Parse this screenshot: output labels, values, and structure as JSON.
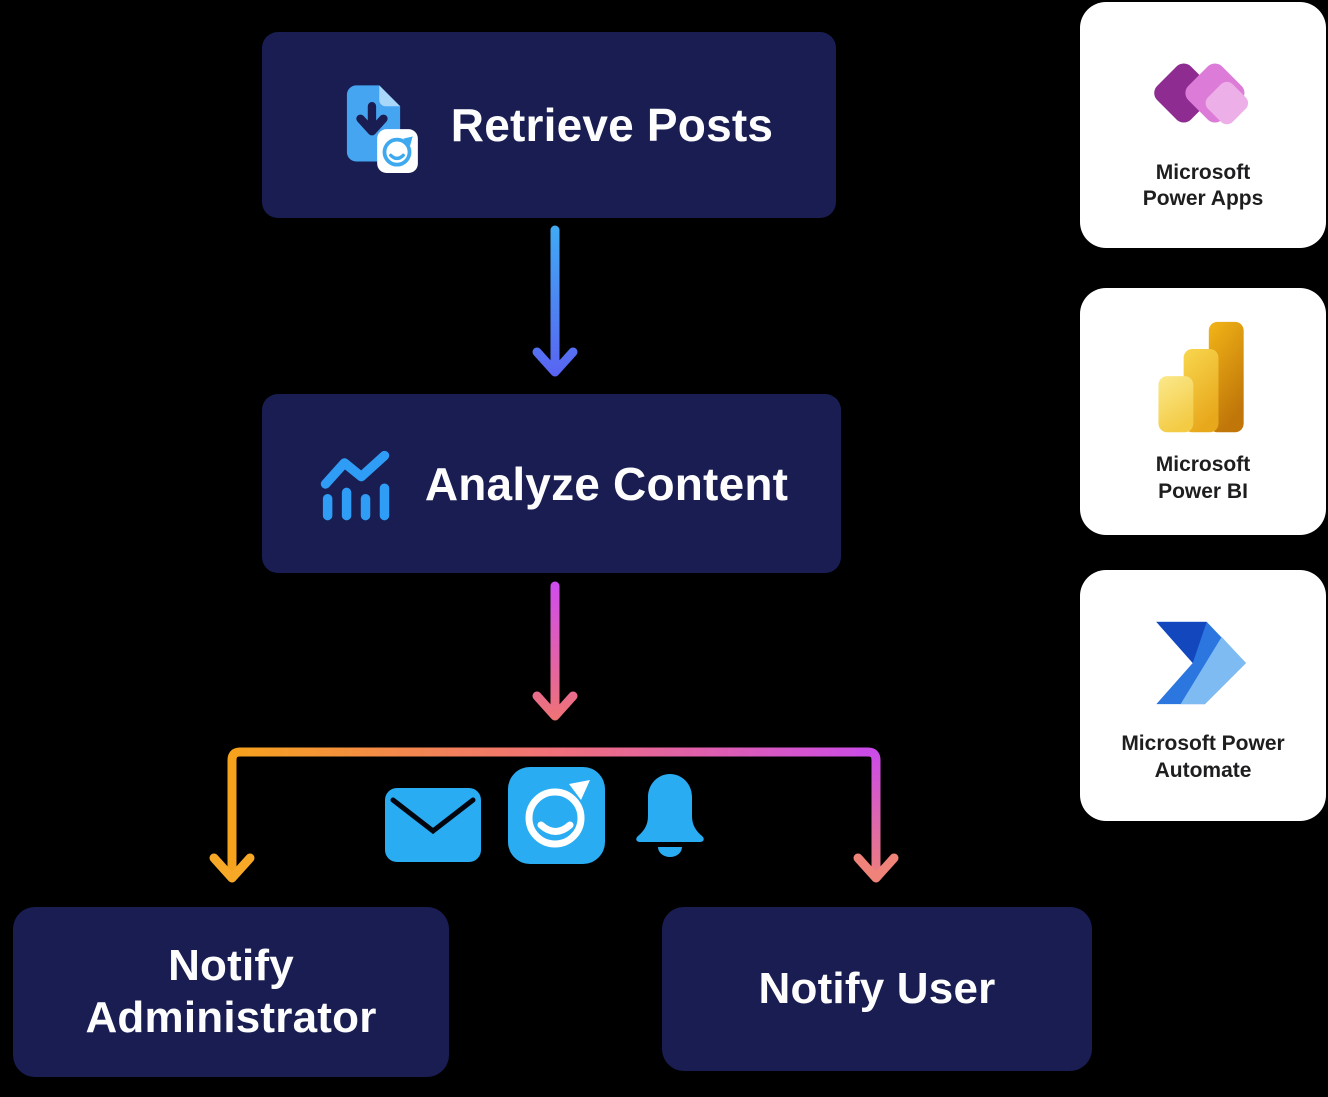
{
  "nodes": {
    "retrieve": {
      "label": "Retrieve Posts",
      "icon": "download-document-icon"
    },
    "analyze": {
      "label": "Analyze Content",
      "icon": "bar-chart-icon"
    },
    "notify_admin": {
      "label": "Notify Administrator"
    },
    "notify_user": {
      "label": "Notify User"
    }
  },
  "notification_icons": [
    {
      "name": "envelope-icon"
    },
    {
      "name": "social-circle-icon"
    },
    {
      "name": "bell-icon"
    }
  ],
  "tools": {
    "power_apps": {
      "label": "Microsoft Power Apps",
      "icon": "power-apps-logo"
    },
    "power_bi": {
      "label": "Microsoft Power BI",
      "icon": "power-bi-logo"
    },
    "power_automate": {
      "label": "Microsoft Power Automate",
      "icon": "power-automate-logo"
    }
  },
  "colors": {
    "background": "#000000",
    "node_fill": "#191D52",
    "node_text": "#FFFFFF",
    "icon_blue": "#29ACF2",
    "document_blue": "#46A5F1",
    "arrow1_top": "#40ACF4",
    "arrow1_bottom": "#5A61F2",
    "arrow2_top": "#CF4BF2",
    "arrow2_bottom": "#F0756F",
    "branch_left": "#F6A21C",
    "branch_middle": "#F07079",
    "branch_right": "#CB4BE9",
    "card_fill": "#FFFFFF",
    "card_text": "#1E1E20",
    "power_apps_dark": "#8F2C91",
    "power_apps_pink": "#DD7CD8",
    "power_apps_light": "#EDAFE8",
    "power_bi_gold_dark": "#C07609",
    "power_bi_gold_mid": "#E8A81C",
    "power_bi_gold_light": "#F3CB45",
    "automate_dark": "#1347BE",
    "automate_mid": "#2B76DF",
    "automate_light": "#7FBBF3"
  }
}
